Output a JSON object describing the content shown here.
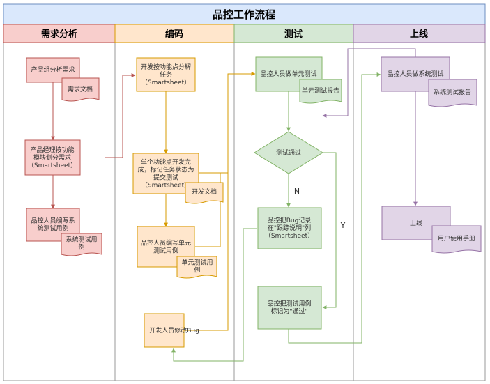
{
  "title": "品控工作流程",
  "lanes": [
    {
      "label": "需求分析"
    },
    {
      "label": "编码"
    },
    {
      "label": "测试"
    },
    {
      "label": "上线"
    }
  ],
  "nodes": {
    "n1": {
      "lines": [
        "产品组分析需求"
      ]
    },
    "n1doc": {
      "lines": [
        "需求文档"
      ]
    },
    "n2": {
      "lines": [
        "产品经理按功能",
        "模块划分需求",
        "（Smartsheet）"
      ]
    },
    "n3": {
      "lines": [
        "品控人员编写系",
        "统测试用例"
      ]
    },
    "n3doc": {
      "lines": [
        "系统测试用",
        "例"
      ]
    },
    "c1": {
      "lines": [
        "开发按功能点分解",
        "任务",
        "（Smartsheet）"
      ]
    },
    "c2": {
      "lines": [
        "单个功能点开发完",
        "成，标记任务状态为",
        "提交测试",
        "（Smartsheet）"
      ]
    },
    "c2doc": {
      "lines": [
        "开发文档"
      ]
    },
    "c3": {
      "lines": [
        "品控人员编写单元",
        "测试用例"
      ]
    },
    "c3doc": {
      "lines": [
        "单元测试用",
        "例"
      ]
    },
    "c4": {
      "lines": [
        "开发人员修改Bug"
      ]
    },
    "t1": {
      "lines": [
        "品控人员做单元测试"
      ]
    },
    "t1doc": {
      "lines": [
        "单元测试报告"
      ]
    },
    "t2": {
      "lines": [
        "测试通过"
      ]
    },
    "t3": {
      "lines": [
        "品控把Bug记录",
        "在\"跟踪说明\"列",
        "（Smartsheet）"
      ]
    },
    "t4": {
      "lines": [
        "品控把测试用例",
        "标记为\"通过\""
      ]
    },
    "l1": {
      "lines": [
        "品控人员做系统测试"
      ]
    },
    "l1doc": {
      "lines": [
        "系统测试报告"
      ]
    },
    "l2": {
      "lines": [
        "上线"
      ]
    },
    "l2doc": {
      "lines": [
        "用户使用手册"
      ]
    }
  },
  "edge_labels": {
    "no": "N",
    "yes": "Y"
  },
  "colors": {
    "red_fill": "#f8cecc",
    "red_stroke": "#b85450",
    "orange_fill": "#ffe6cc",
    "orange_stroke": "#d79b00",
    "green_fill": "#d5e8d4",
    "green_stroke": "#82b366",
    "purple_fill": "#e1d5e7",
    "purple_stroke": "#9673a6",
    "title_fill": "#dae8fc",
    "title_stroke": "#6c8ebf",
    "text": "#333333"
  }
}
